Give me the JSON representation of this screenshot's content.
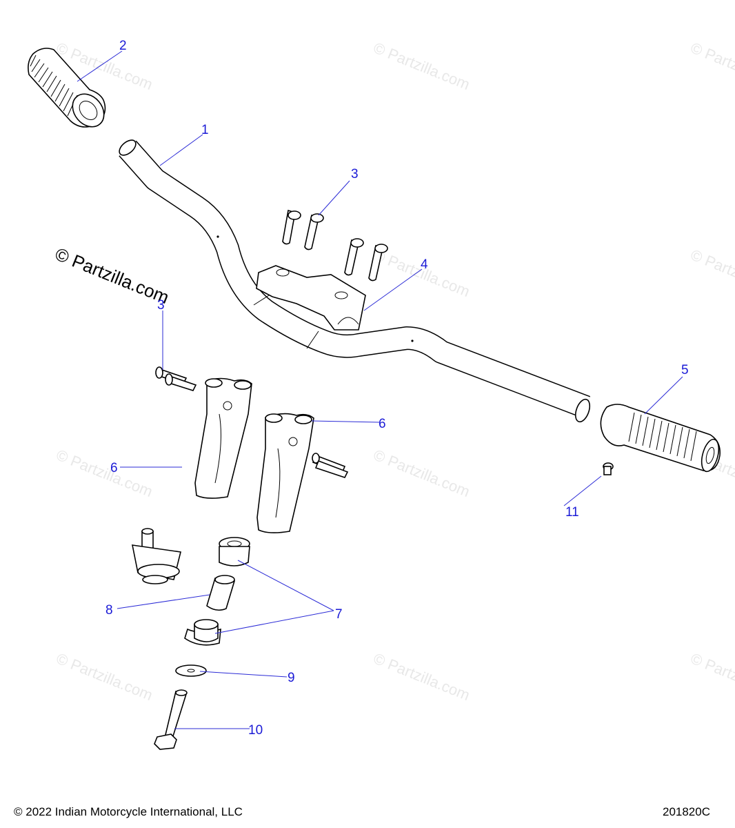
{
  "watermark": {
    "faint_text": "© Partzilla.com",
    "main_text": "© Partzilla.com"
  },
  "callouts": {
    "c1": "1",
    "c2": "2",
    "c3a": "3",
    "c3b": "3",
    "c4": "4",
    "c5": "5",
    "c6a": "6",
    "c6b": "6",
    "c7": "7",
    "c8": "8",
    "c9": "9",
    "c10": "10",
    "c11": "11"
  },
  "footer": {
    "copyright": "© 2022 Indian Motorcycle International, LLC",
    "diagram_id": "201820C"
  }
}
